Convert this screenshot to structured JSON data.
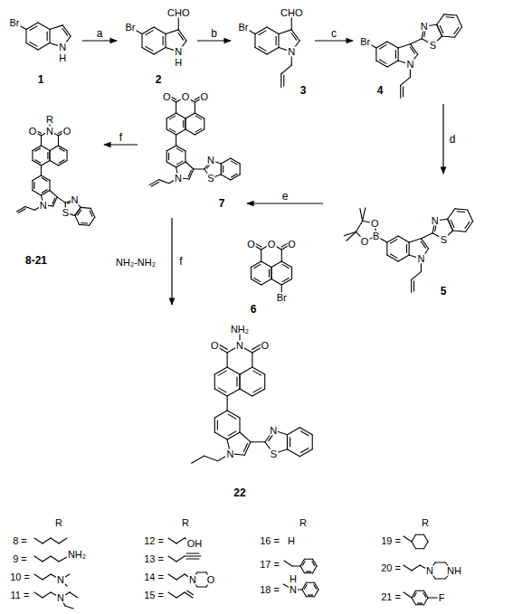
{
  "diagram": {
    "nodes": [
      {
        "text": [
          "1"
        ]
      },
      {
        "text": [
          "2"
        ]
      },
      {
        "text": [
          "3"
        ]
      },
      {
        "text": [
          "4"
        ]
      },
      {
        "text": [
          "5"
        ]
      },
      {
        "text": [
          "6"
        ]
      },
      {
        "text": [
          "7"
        ]
      },
      {
        "text": [
          "8-21"
        ]
      },
      {
        "text": [
          "22"
        ]
      }
    ],
    "edges": [
      {
        "from": 0,
        "to": 1,
        "arrow": "to",
        "label": "a"
      },
      {
        "from": 1,
        "to": 2,
        "arrow": "to",
        "label": "b"
      },
      {
        "from": 2,
        "to": 3,
        "arrow": "to",
        "label": "c"
      },
      {
        "from": 3,
        "to": 4,
        "arrow": "to",
        "label": "d"
      },
      {
        "from": 4,
        "to": 6,
        "arrow": "to",
        "label": "e"
      },
      {
        "from": 6,
        "to": 7,
        "arrow": "to",
        "label": "f"
      },
      {
        "from": 6,
        "to": 8,
        "arrow": "to",
        "label": "f"
      }
    ],
    "labels": [
      "Br",
      "N",
      "H",
      "CHO",
      "Br",
      "N",
      "H",
      "CHO",
      "Br",
      "N",
      "Br",
      "N",
      "S",
      "N",
      "O",
      "B",
      "O",
      "N",
      "S",
      "N",
      "O",
      "O",
      "O",
      "Br",
      "O",
      "O",
      "O",
      "N",
      "S",
      "N",
      "R",
      "O",
      "N",
      "O",
      "N",
      "S",
      "N",
      "NH₂",
      "O",
      "N",
      "O",
      "N",
      "S",
      "N",
      "NH₂-NH₂",
      "R",
      "R",
      "R",
      "R",
      "8 =",
      "9 =",
      "NH₂",
      "10 =",
      "N",
      "11 =",
      "N",
      "12 =",
      "OH",
      "13 =",
      "14 =",
      "N",
      "O",
      "15 =",
      "16 =",
      "H",
      "17 =",
      "18 =",
      "H",
      "N",
      "19 =",
      "20 =",
      "N",
      "NH",
      "21 =",
      "F"
    ]
  }
}
